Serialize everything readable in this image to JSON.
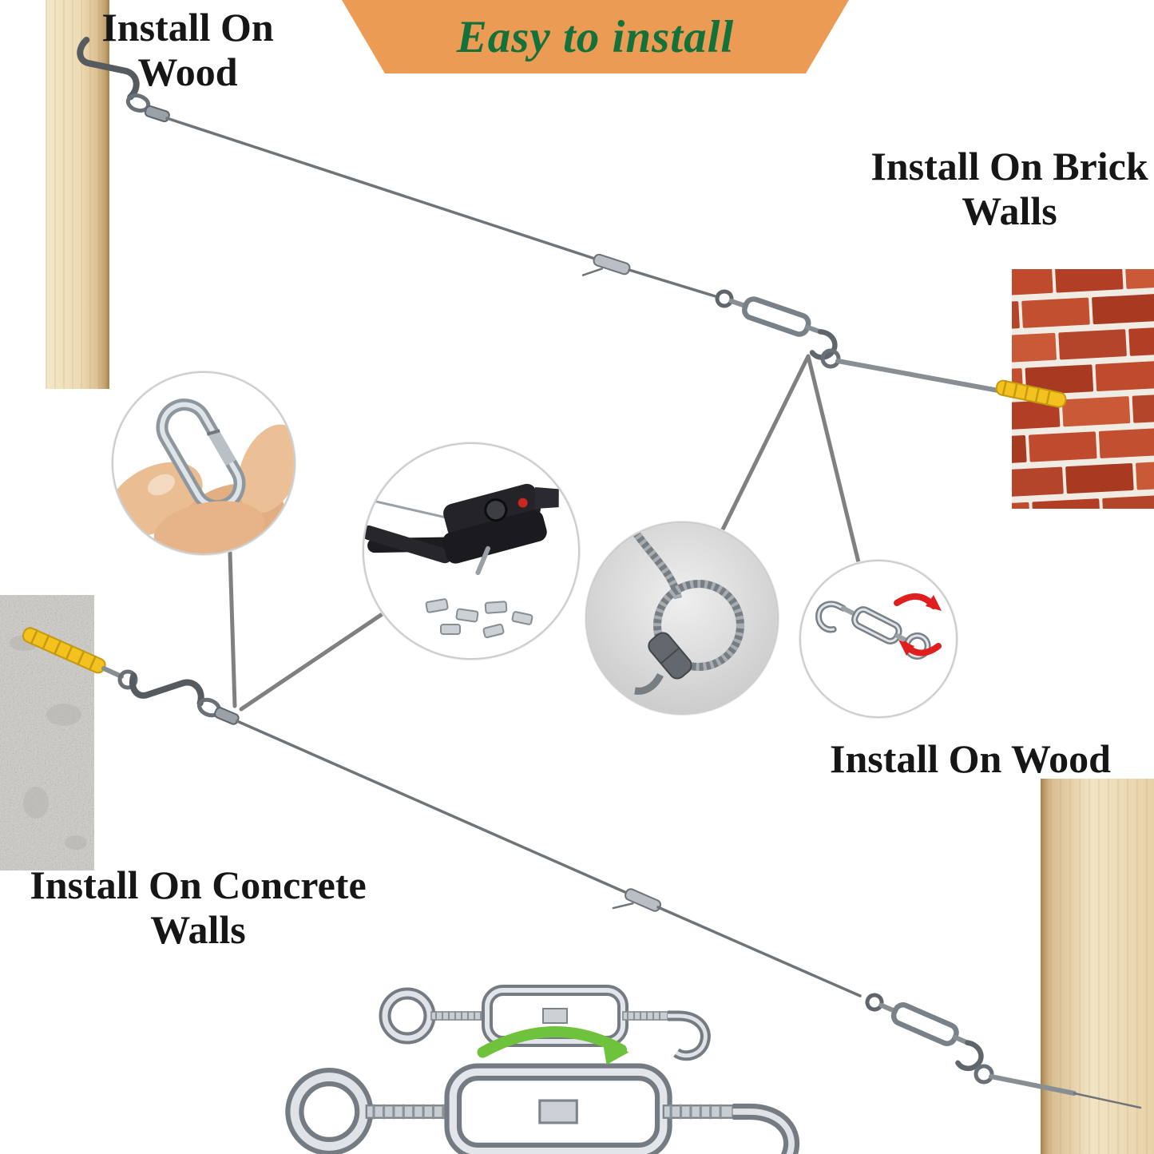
{
  "banner": {
    "label": "Easy to install",
    "background_color": "#EC9B55",
    "text_color": "#15713A"
  },
  "labels": {
    "install_wood_top": "Install On Wood",
    "install_brick_walls": "Install On Brick Walls",
    "install_wood_right": "Install On Wood",
    "install_concrete_walls": "Install On Concrete Walls"
  },
  "insets": {
    "carabiner": "carabiner-snap-hook-closeup",
    "crimping_tool": "cable-crimping-tool-closeup",
    "cable_loop": "cable-loop-with-ferrule-closeup",
    "turnbuckle": "turnbuckle-rotation-closeup"
  },
  "materials": {
    "wood_color": "#EBD7AF",
    "brick_color": "#C14A2E",
    "mortar_color": "#F1ECE3",
    "concrete_color": "#CFCCC7",
    "anchor_color": "#F3C21E",
    "hardware_color": "#8D949B",
    "rotation_arrow_red": "#E01E1E",
    "rotation_arrow_green": "#6FC23C",
    "callout_line_color": "#808080"
  }
}
